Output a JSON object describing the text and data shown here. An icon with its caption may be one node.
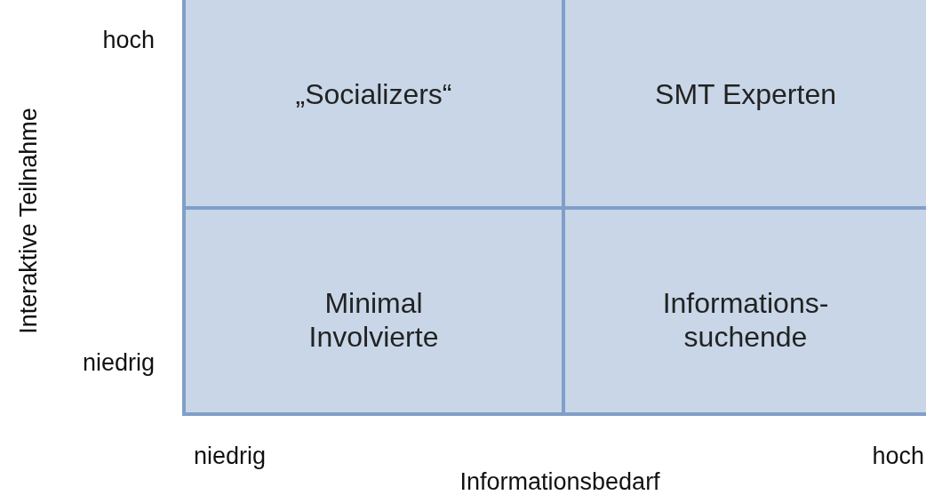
{
  "diagram": {
    "nodes": [
      {
        "text": [
          "„Socializers“"
        ]
      },
      {
        "text": [
          "SMT Experten"
        ]
      },
      {
        "text": [
          "Minimal Involvierte"
        ]
      },
      {
        "text": [
          "Informations- suchende"
        ]
      }
    ],
    "labels": [
      "hoch",
      "Interaktive Teilnahme",
      "niedrig",
      "niedrig",
      "hoch",
      "Informationsbedarf"
    ]
  }
}
